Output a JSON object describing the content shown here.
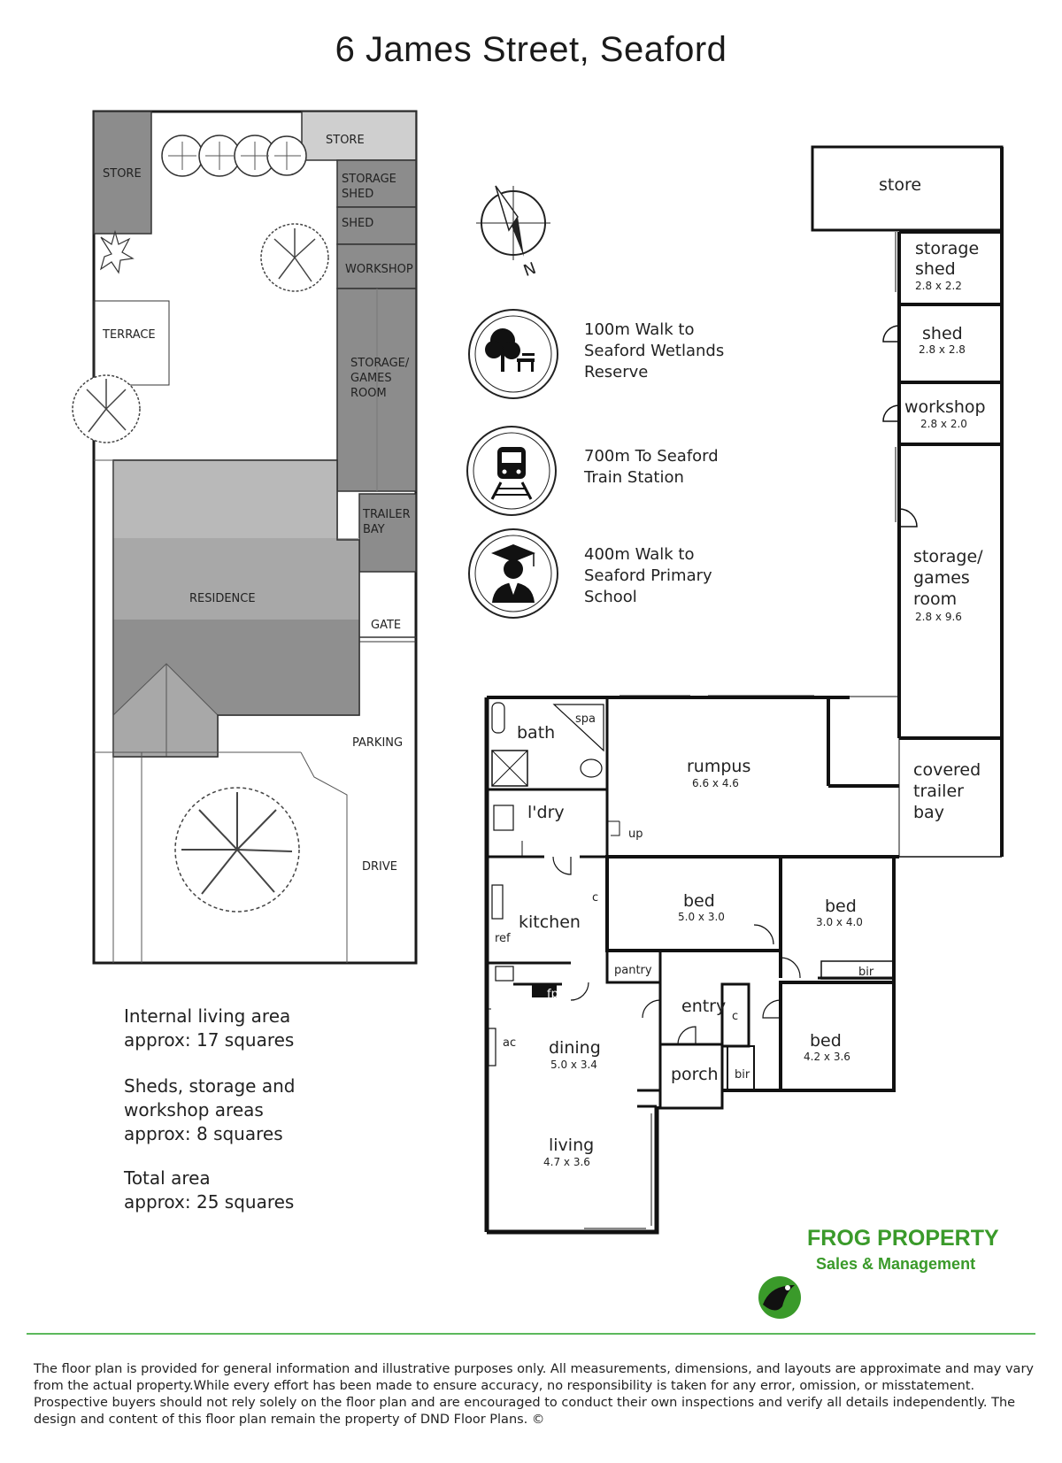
{
  "title": "6 James Street, Seaford",
  "site_plan": {
    "labels": {
      "store_left": "STORE",
      "store_top": "STORE",
      "storage_shed": [
        "STORAGE",
        "SHED"
      ],
      "shed": "SHED",
      "workshop": "WORKSHOP",
      "terrace": "TERRACE",
      "storage_games": [
        "STORAGE/",
        "GAMES",
        "ROOM"
      ],
      "trailer_bay": [
        "TRAILER",
        "BAY"
      ],
      "residence": "RESIDENCE",
      "gate": "GATE",
      "parking": "PARKING",
      "drive": "DRIVE"
    },
    "colors": {
      "dark": "#8c8c8c",
      "mid": "#a8a8a8",
      "light": "#c2c2c2",
      "lightest": "#cfcfcf"
    }
  },
  "features": [
    {
      "icon": "tree-bench-icon",
      "lines": [
        "100m Walk to",
        "Seaford Wetlands",
        "Reserve"
      ]
    },
    {
      "icon": "train-icon",
      "lines": [
        "700m To Seaford",
        "Train Station"
      ]
    },
    {
      "icon": "graduate-icon",
      "lines": [
        "400m Walk to",
        "Seaford Primary",
        "School"
      ]
    }
  ],
  "compass": {
    "icon": "compass-icon",
    "letter": "N"
  },
  "floor_plan": {
    "rooms": {
      "store": {
        "name": "store"
      },
      "storage_shed": {
        "name": [
          "storage",
          "shed"
        ],
        "dim": "2.8 x 2.2"
      },
      "shed": {
        "name": "shed",
        "dim": "2.8 x 2.8"
      },
      "workshop": {
        "name": "workshop",
        "dim": "2.8 x 2.0"
      },
      "storage_games": {
        "name": [
          "storage/",
          "games",
          "room"
        ],
        "dim": "2.8 x 9.6"
      },
      "covered_trailer_bay": {
        "name": [
          "covered",
          "trailer",
          "bay"
        ]
      },
      "bath": {
        "name": "bath"
      },
      "spa": {
        "name": "spa"
      },
      "rumpus": {
        "name": "rumpus",
        "dim": "6.6 x 4.6"
      },
      "laundry": {
        "name": "l'dry"
      },
      "up": {
        "name": "up"
      },
      "kitchen": {
        "name": "kitchen"
      },
      "ref": {
        "name": "ref"
      },
      "c_kitchen": {
        "name": "c"
      },
      "bed1": {
        "name": "bed",
        "dim": "5.0 x 3.0"
      },
      "bed2": {
        "name": "bed",
        "dim": "3.0 x 4.0"
      },
      "bir1": {
        "name": "bir"
      },
      "pantry": {
        "name": "pantry"
      },
      "fp": {
        "name": "fp"
      },
      "entry": {
        "name": "entry"
      },
      "c_entry": {
        "name": "c"
      },
      "bed3": {
        "name": "bed",
        "dim": "4.2 x 3.6"
      },
      "ac": {
        "name": "ac"
      },
      "dining": {
        "name": "dining",
        "dim": "5.0 x 3.4"
      },
      "porch": {
        "name": "porch"
      },
      "bir2": {
        "name": "bir"
      },
      "living": {
        "name": "living",
        "dim": "4.7 x 3.6"
      }
    }
  },
  "summary": {
    "living": [
      "Internal living area",
      "approx: 17 squares"
    ],
    "sheds": [
      "Sheds, storage and",
      "workshop areas",
      "approx: 8 squares"
    ],
    "total": [
      "Total area",
      "approx: 25 squares"
    ]
  },
  "brand": {
    "name": "FROG PROPERTY",
    "tagline": "Sales & Management",
    "color": "#3a9a2a",
    "icon": "frog-logo-icon"
  },
  "disclaimer": "The floor plan is provided for general information and illustrative purposes only. All measurements, dimensions, and layouts are approximate and may vary from the actual property.While every effort has been made to ensure accuracy, no responsibility is taken for any error, omission, or misstatement. Prospective buyers should not rely solely on the floor plan and are encouraged to conduct their own inspections and verify all details independently. The design and content of this floor plan remain the property of DND Floor Plans. ©"
}
